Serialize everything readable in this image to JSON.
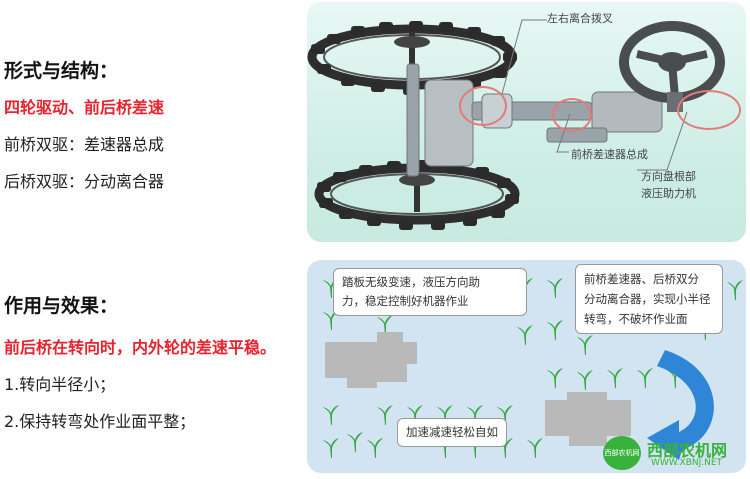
{
  "section1": {
    "heading": "形式与结构：",
    "highlight": "四轮驱动、前后桥差速",
    "lines": [
      "前桥双驱：差速器总成",
      "后桥双驱：分动离合器"
    ]
  },
  "section2": {
    "heading": "作用与效果：",
    "highlight": "前后桥在转向时，内外轮的差速平稳。",
    "lines": [
      "1.转向半径小；",
      "2.保持转弯处作业面平整；"
    ]
  },
  "top_figure": {
    "callouts": {
      "clutch_fork": "左右离合拨叉",
      "front_diff": "前桥差速器总成",
      "steering_1": "方向盘根部",
      "steering_2": "液压助力机"
    }
  },
  "bottom_figure": {
    "bubble_left": [
      "踏板无级变速，液压方向助",
      "力，稳定控制好机器作业"
    ],
    "bubble_right": [
      "前桥差速器、后桥双分",
      "分动离合器，实现小半径",
      "转弯，不破坏作业面"
    ],
    "bubble_bottom": "加速减速轻松自如"
  },
  "watermark": {
    "logo_text": "西部农机网",
    "main": "西部农机网",
    "url": "WWW.XBNJ.NET"
  },
  "colors": {
    "accent_red": "#e6232f",
    "arrow_blue": "#2f86d6",
    "sprout_green": "#3aa845",
    "callout_red": "#e57a7a"
  }
}
